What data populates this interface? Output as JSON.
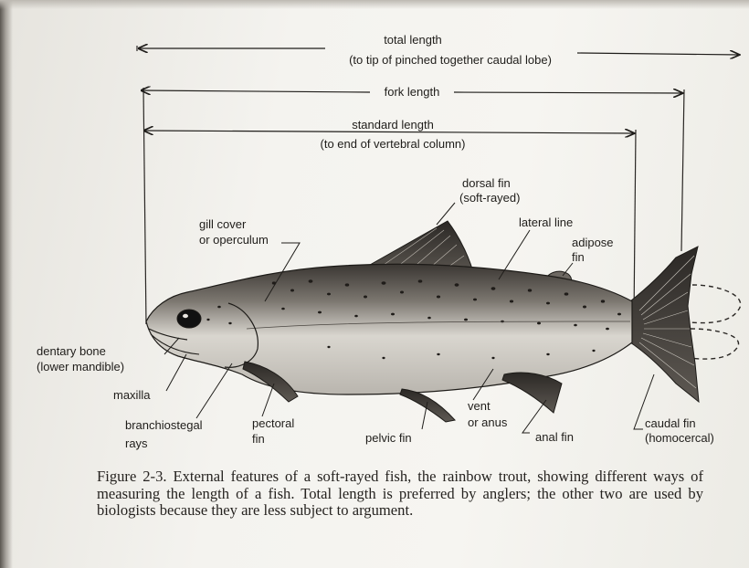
{
  "measurements": {
    "total_length": "total length",
    "total_length_note": "(to tip of pinched together caudal lobe)",
    "fork_length": "fork length",
    "standard_length": "standard length",
    "standard_length_note": "(to end of vertebral column)"
  },
  "labels": {
    "dorsal_fin": "dorsal fin",
    "dorsal_fin_note": "(soft-rayed)",
    "gill_cover": "gill cover",
    "gill_cover_note": "or operculum",
    "lateral_line": "lateral line",
    "adipose": "adipose",
    "adipose_fin": "fin",
    "dentary_bone": "dentary bone",
    "dentary_note": "(lower mandible)",
    "maxilla": "maxilla",
    "branchiostegal": "branchiostegal",
    "branchiostegal_rays": "rays",
    "pectoral": "pectoral",
    "pectoral_fin": "fin",
    "pelvic_fin": "pelvic fin",
    "vent": "vent",
    "vent_note": "or anus",
    "anal_fin": "anal fin",
    "caudal_fin": "caudal fin",
    "caudal_note": "(homocercal)"
  },
  "caption": "Figure 2-3.   External features of a soft-rayed fish, the rainbow trout, showing different ways of measuring the length of a fish. Total length is preferred by anglers; the other two are used by biologists because they are less subject to argument."
}
